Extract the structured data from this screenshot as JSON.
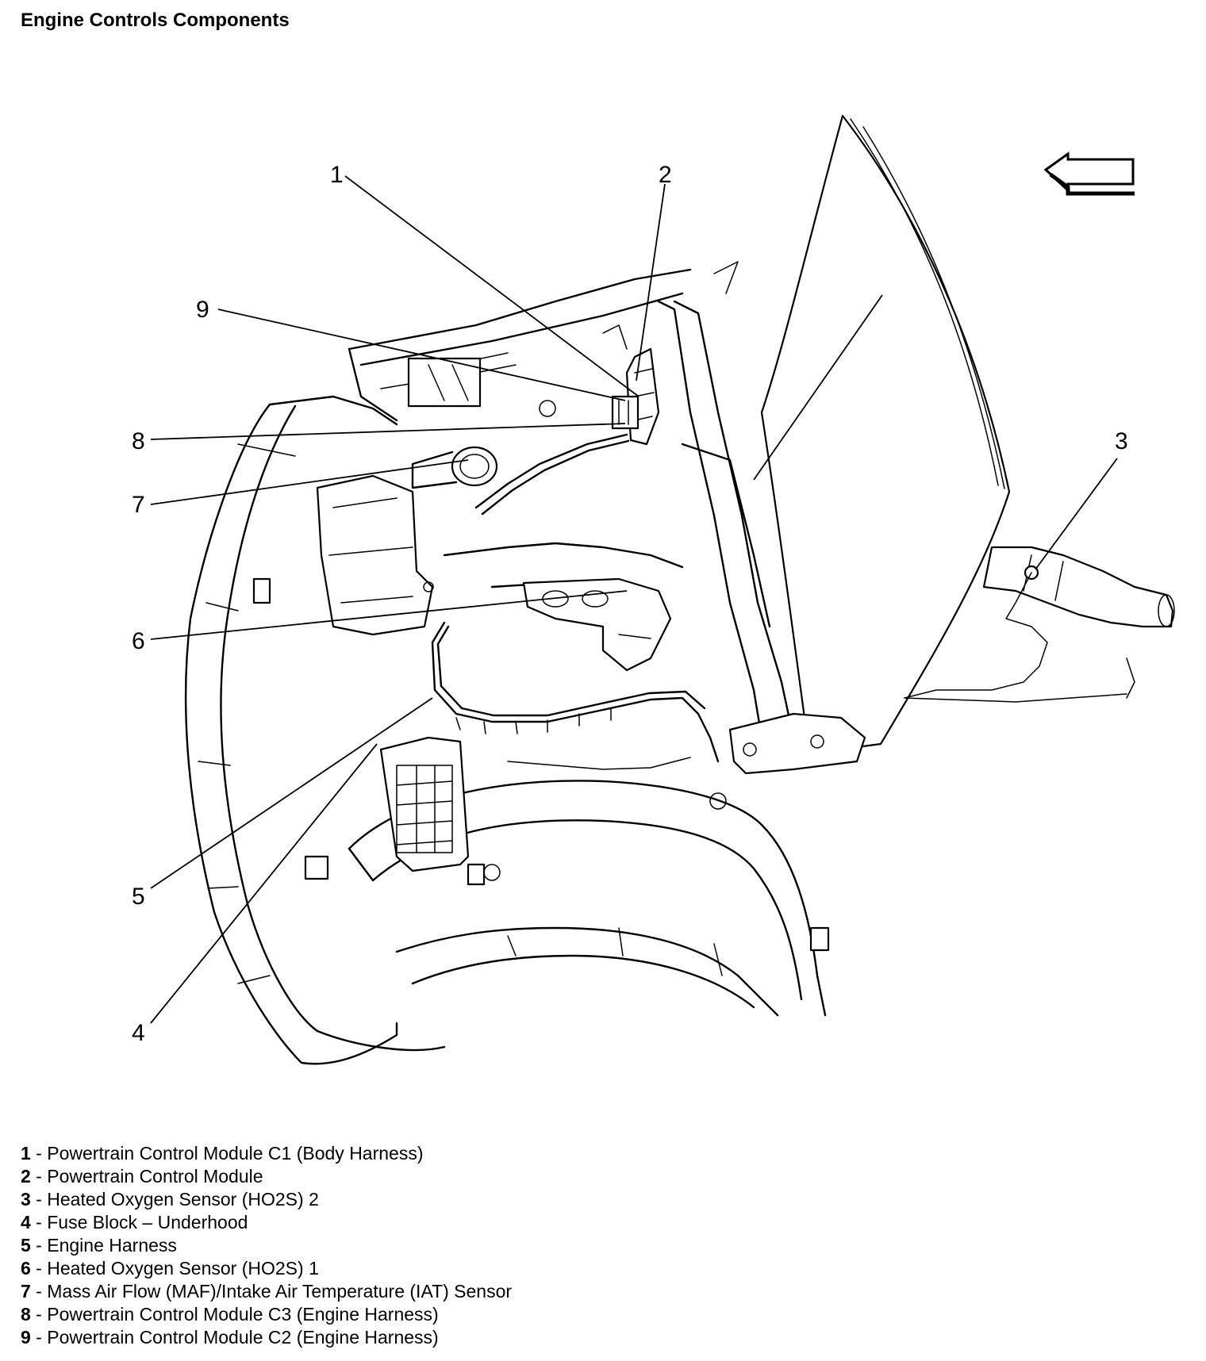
{
  "title": "Engine Controls Components",
  "callouts": [
    "1",
    "2",
    "3",
    "4",
    "5",
    "6",
    "7",
    "8",
    "9"
  ],
  "legend": [
    {
      "num": "1",
      "sep": " - ",
      "text": "Powertrain Control Module C1 (Body Harness)"
    },
    {
      "num": "2",
      "sep": " - ",
      "text": "Powertrain Control Module"
    },
    {
      "num": "3",
      "sep": " - ",
      "text": "Heated Oxygen Sensor (HO2S) 2"
    },
    {
      "num": "4",
      "sep": " - ",
      "text": "Fuse Block – Underhood"
    },
    {
      "num": "5",
      "sep": " - ",
      "text": "Engine Harness"
    },
    {
      "num": "6",
      "sep": " - ",
      "text": "Heated Oxygen Sensor (HO2S) 1"
    },
    {
      "num": "7",
      "sep": " - ",
      "text": "Mass Air Flow (MAF)/Intake Air Temperature (IAT) Sensor"
    },
    {
      "num": "8",
      "sep": " - ",
      "text": "Powertrain Control Module C3 (Engine Harness)"
    },
    {
      "num": "9",
      "sep": " - ",
      "text": "Powertrain Control Module C2 (Engine Harness)"
    }
  ],
  "icons": {
    "direction_arrow": "left-arrow-icon"
  }
}
